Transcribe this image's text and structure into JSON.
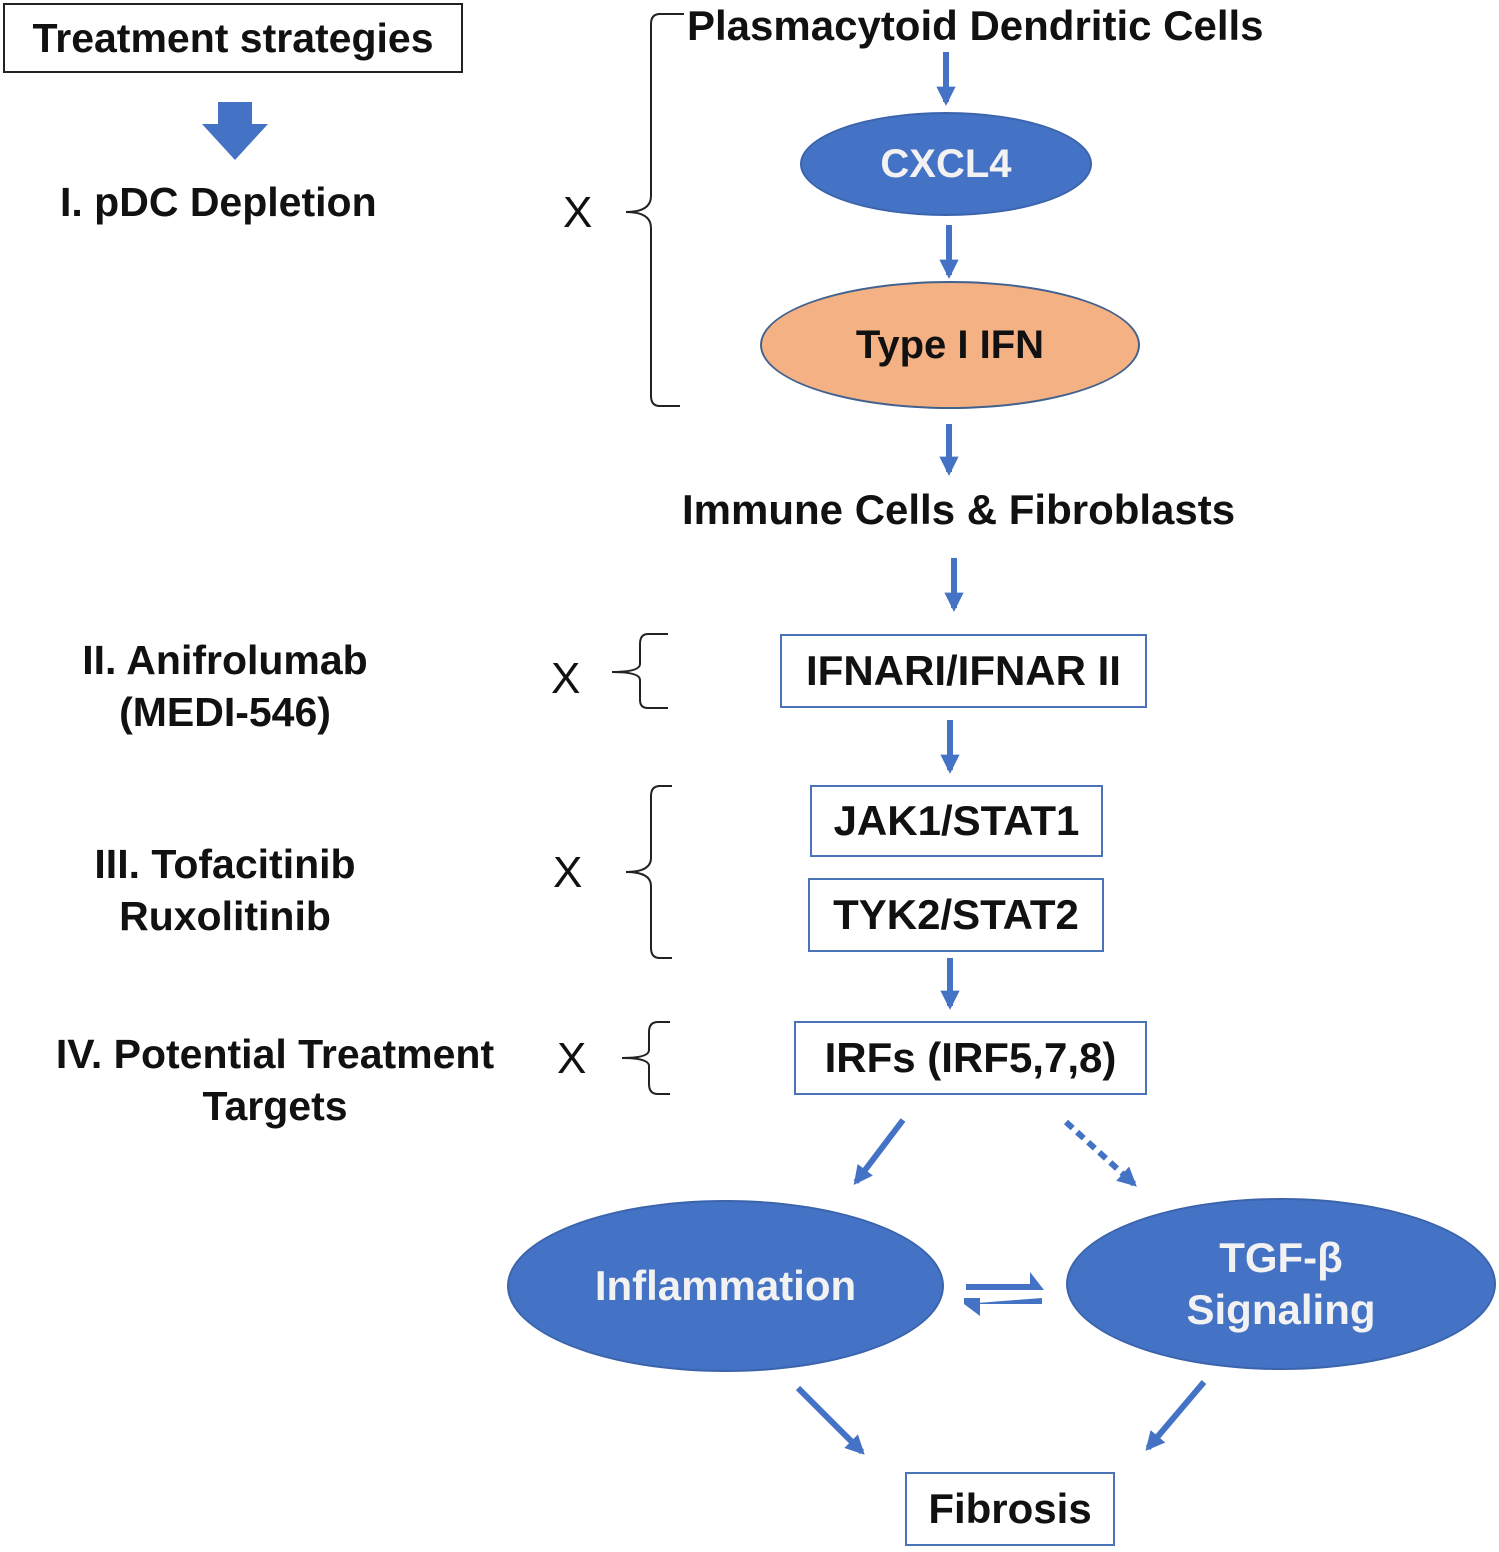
{
  "header": {
    "title": "Treatment strategies"
  },
  "strategies": [
    {
      "line1": "I. pDC Depletion",
      "line2": ""
    },
    {
      "line1": "II. Anifrolumab",
      "line2": "(MEDI-546)"
    },
    {
      "line1": "III. Tofacitinib",
      "line2": "Ruxolitinib"
    },
    {
      "line1": "IV. Potential Treatment",
      "line2": "Targets"
    }
  ],
  "block_marker": "X",
  "pathway": {
    "pdc": "Plasmacytoid  Dendritic  Cells",
    "cxcl4": "CXCL4",
    "type1_ifn": "Type I IFN",
    "immune": "Immune Cells & Fibroblasts",
    "ifnar": "IFNARI/IFNAR II",
    "jak1": "JAK1/STAT1",
    "tyk2": "TYK2/STAT2",
    "irfs": "IRFs (IRF5,7,8)",
    "inflammation": "Inflammation",
    "tgf_line1": "TGF-β",
    "tgf_line2": "Signaling",
    "fibrosis": "Fibrosis"
  },
  "colors": {
    "arrow": "#4472c4",
    "ellipse_blue": "#4472c4",
    "ellipse_orange": "#f4b183",
    "box_border": "#4a73b8"
  }
}
